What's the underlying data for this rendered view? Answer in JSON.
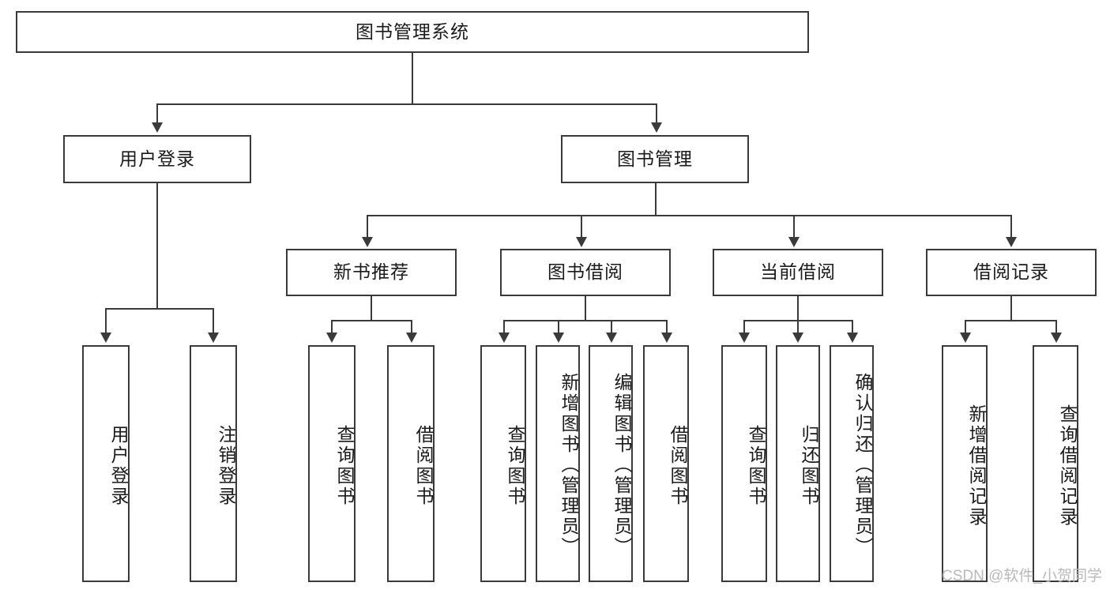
{
  "diagram": {
    "title": "图书管理系统",
    "root": {
      "label": "图书管理系统"
    },
    "level2": [
      {
        "label": "用户登录"
      },
      {
        "label": "图书管理"
      }
    ],
    "level3": [
      {
        "label": "新书推荐"
      },
      {
        "label": "图书借阅"
      },
      {
        "label": "当前借阅"
      },
      {
        "label": "借阅记录"
      }
    ],
    "leaves": {
      "user_login": [
        {
          "label": "用户登录"
        },
        {
          "label": "注销登录"
        }
      ],
      "new_book_recommend": [
        {
          "label": "查询图书"
        },
        {
          "label": "借阅图书"
        }
      ],
      "book_borrow": [
        {
          "label": "查询图书"
        },
        {
          "label": "新增图书（管理员）"
        },
        {
          "label": "编辑图书（管理员）"
        },
        {
          "label": "借阅图书"
        }
      ],
      "current_borrow": [
        {
          "label": "查询图书"
        },
        {
          "label": "归还图书"
        },
        {
          "label": "确认归还（管理员）"
        }
      ],
      "borrow_record": [
        {
          "label": "新增借阅记录"
        },
        {
          "label": "查询借阅记录"
        }
      ]
    }
  },
  "watermark": {
    "text": "CSDN @软件_小贺同学"
  },
  "colors": {
    "stroke": "#3a3a3a",
    "text": "#1a1a1a",
    "background": "#ffffff",
    "watermark": "#b9b9b9"
  }
}
